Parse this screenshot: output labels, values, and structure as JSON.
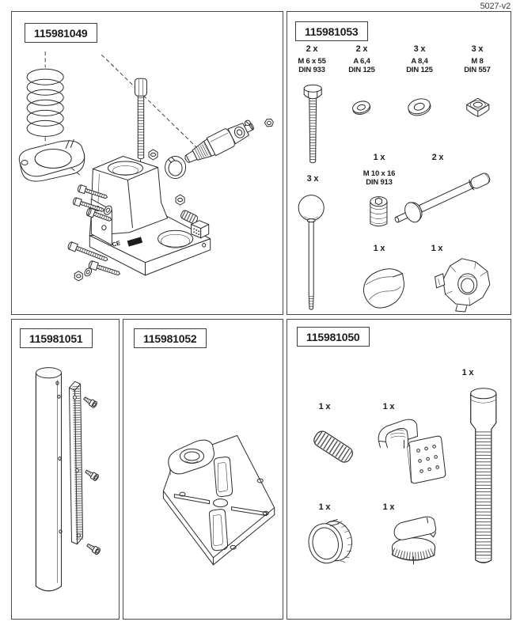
{
  "doc": {
    "code": "5027-v2"
  },
  "panels": {
    "head_assembly": {
      "id": "115981049",
      "marking": "CE"
    },
    "hardware_kit": {
      "id": "115981053",
      "fasteners": [
        {
          "qty": "2 x",
          "size": "M 6 x 55",
          "standard": "DIN 933",
          "part": "hex-bolt"
        },
        {
          "qty": "2 x",
          "size": "A 6,4",
          "standard": "DIN 125",
          "part": "small-washer"
        },
        {
          "qty": "3 x",
          "size": "A 8,4",
          "standard": "DIN 125",
          "part": "large-washer"
        },
        {
          "qty": "3 x",
          "size": "M 8",
          "standard": "DIN 557",
          "part": "square-nut"
        }
      ],
      "loose_parts": [
        {
          "qty": "3 x",
          "part": "ball-handle-rod"
        },
        {
          "qty": "1 x",
          "size": "M 10 x 16",
          "standard": "DIN 913",
          "part": "set-screw"
        },
        {
          "qty": "2 x",
          "part": "feed-handle"
        },
        {
          "qty": "1 x",
          "part": "cover-cap"
        },
        {
          "qty": "1 x",
          "part": "clamp-piece"
        }
      ]
    },
    "column": {
      "id": "115981051"
    },
    "base_plate": {
      "id": "115981052"
    },
    "accessories": {
      "id": "115981050",
      "items": [
        {
          "qty": "1 x",
          "part": "compression-spring"
        },
        {
          "qty": "1 x",
          "part": "depth-stop-bracket"
        },
        {
          "qty": "1 x",
          "part": "threaded-column"
        },
        {
          "qty": "1 x",
          "part": "clamping-knob"
        },
        {
          "qty": "1 x",
          "part": "cap"
        }
      ]
    }
  }
}
